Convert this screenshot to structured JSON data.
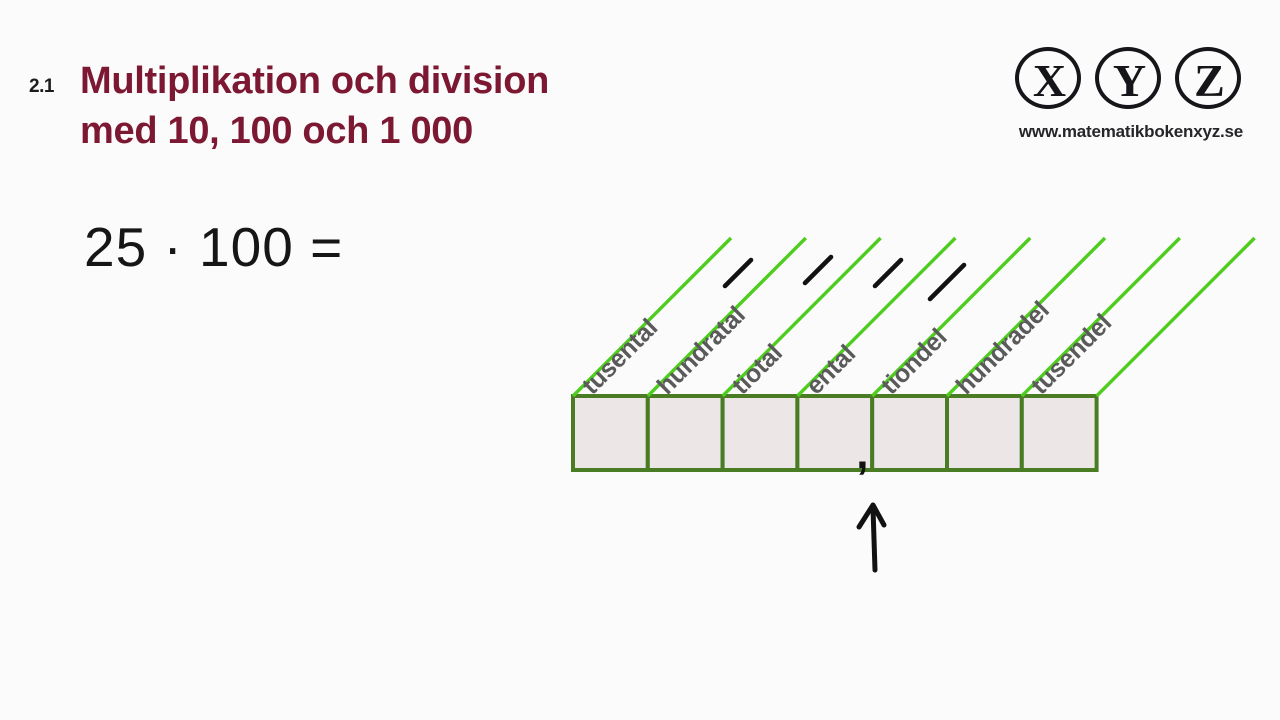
{
  "header": {
    "section_number": "2.1",
    "title_line1": "Multiplikation och division",
    "title_line2": "med 10, 100 och 1 000",
    "title_color": "#7d1833"
  },
  "logo": {
    "letters": [
      "X",
      "Y",
      "Z"
    ],
    "url": "www.matematikbokenxyz.se"
  },
  "equation": {
    "text": "25 · 100 ="
  },
  "chart_data": {
    "type": "table",
    "title": "Positionssystem",
    "columns": [
      "tusental",
      "hundratal",
      "tiotal",
      "ental",
      "tiondel",
      "hundradel",
      "tusendel"
    ],
    "values": [
      "",
      "",
      "",
      "",
      "",
      "",
      ""
    ],
    "decimal_marker": ",",
    "decimal_marker_after_column": "ental",
    "box_fill": "#ece6e6",
    "box_border": "#4a7c23",
    "diagonal_color": "#4ecd1e",
    "label_color": "#5a5a5a",
    "tick_marks": 4,
    "tick_color": "#121212",
    "arrow_target": "decimal-comma",
    "arrow_color": "#121212"
  }
}
